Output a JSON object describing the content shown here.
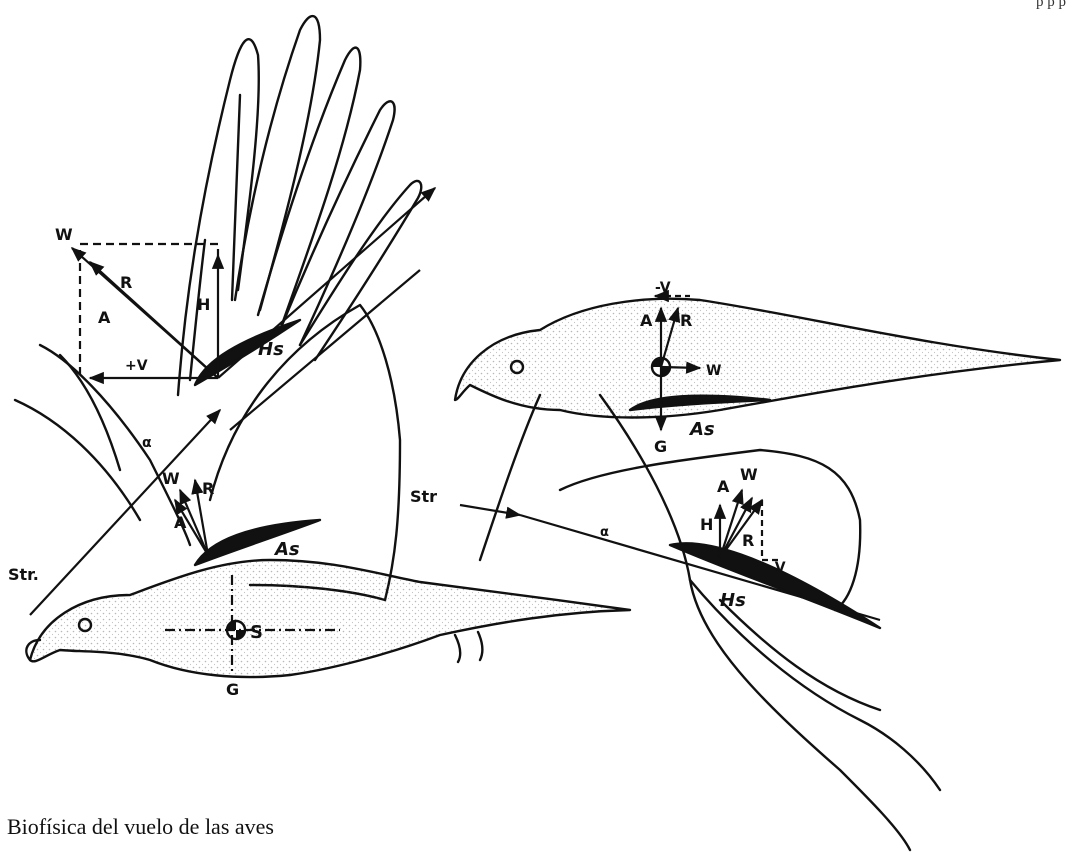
{
  "caption": "Biofísica del vuelo de las aves",
  "corner_text": "p p p",
  "figure": {
    "icon": "flight-force-diagram",
    "left_bird": {
      "labels": {
        "W_top": "W",
        "R_top": "R",
        "A_top": "A",
        "H_top": "H",
        "plus_V": "+V",
        "Hs": "Hs",
        "W_low": "W",
        "R_low": "R",
        "A_low": "A",
        "alpha": "α",
        "As": "As",
        "Str": "Str.",
        "S": "S",
        "G": "G"
      }
    },
    "right_bird": {
      "labels": {
        "minus_V_top": "-V",
        "A_top": "A",
        "R_top": "R",
        "W_mid": "W",
        "G": "G",
        "As": "As",
        "A_low": "A",
        "W_low": "W",
        "H": "H",
        "R_low": "R",
        "minus_V_low": "-V",
        "Str": "Str",
        "Hs": "Hs",
        "alpha": "α"
      }
    }
  }
}
